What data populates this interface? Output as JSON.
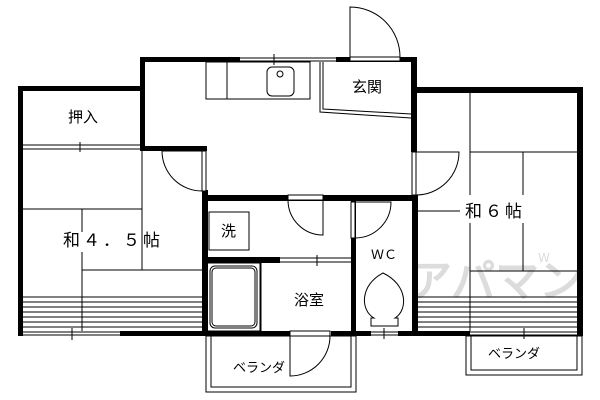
{
  "floor_plan": {
    "rooms": {
      "closet": {
        "label": "押入"
      },
      "entrance": {
        "label": "玄関"
      },
      "japanese_room_small": {
        "label": "和４．５帖"
      },
      "japanese_room_large": {
        "label": "和６帖"
      },
      "washer": {
        "label": "洗"
      },
      "bathroom": {
        "label": "浴室"
      },
      "toilet": {
        "label": "ＷＣ"
      },
      "veranda_left": {
        "label": "ベランダ"
      },
      "veranda_right": {
        "label": "ベランダ"
      }
    },
    "watermark": {
      "text": "アパマン",
      "suffix": "W",
      "color": "#dcdcdc"
    },
    "colors": {
      "wall": "#000000",
      "background": "#ffffff"
    }
  }
}
